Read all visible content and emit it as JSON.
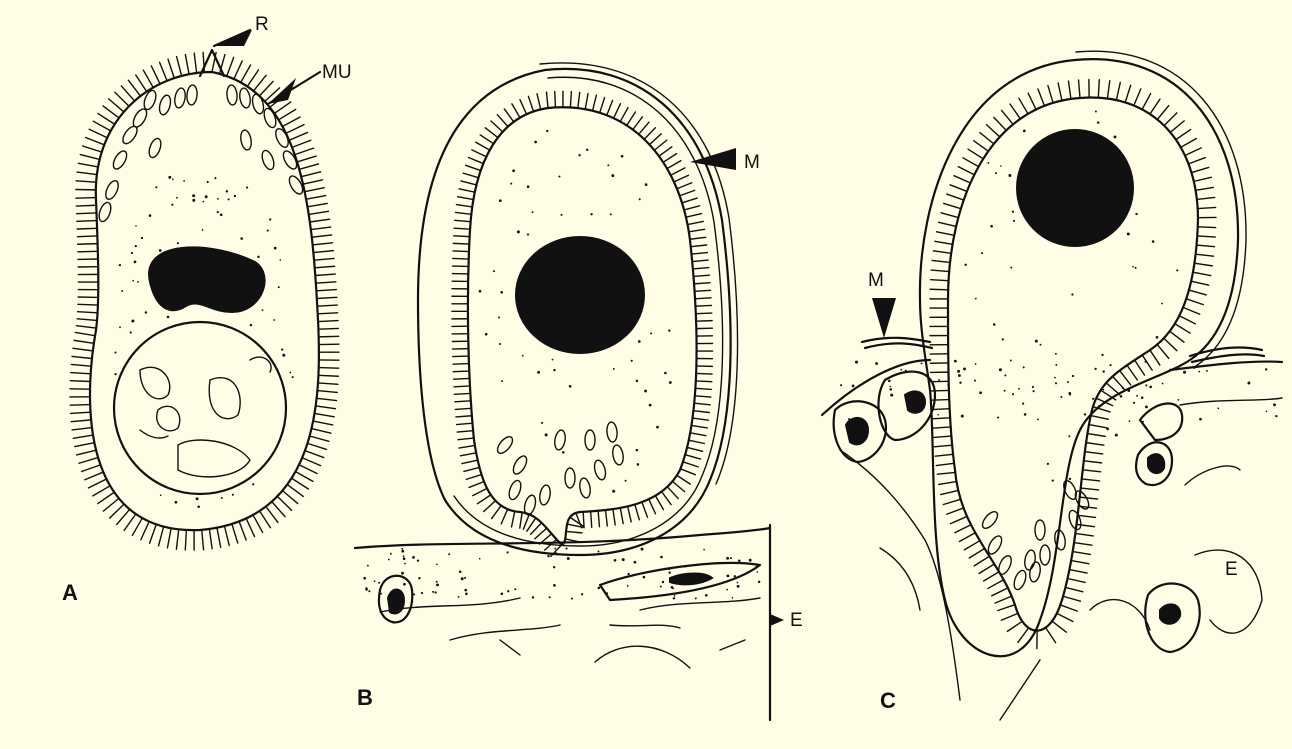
{
  "panels": [
    {
      "id": "A",
      "label": "A"
    },
    {
      "id": "B",
      "label": "B"
    },
    {
      "id": "C",
      "label": "C"
    }
  ],
  "annotations": {
    "R": "R",
    "MU": "MU",
    "M_b": "M",
    "E_b": "E",
    "M_c": "M",
    "E_c": "E"
  },
  "colors": {
    "background": "#fffde6",
    "ink": "#111111"
  }
}
